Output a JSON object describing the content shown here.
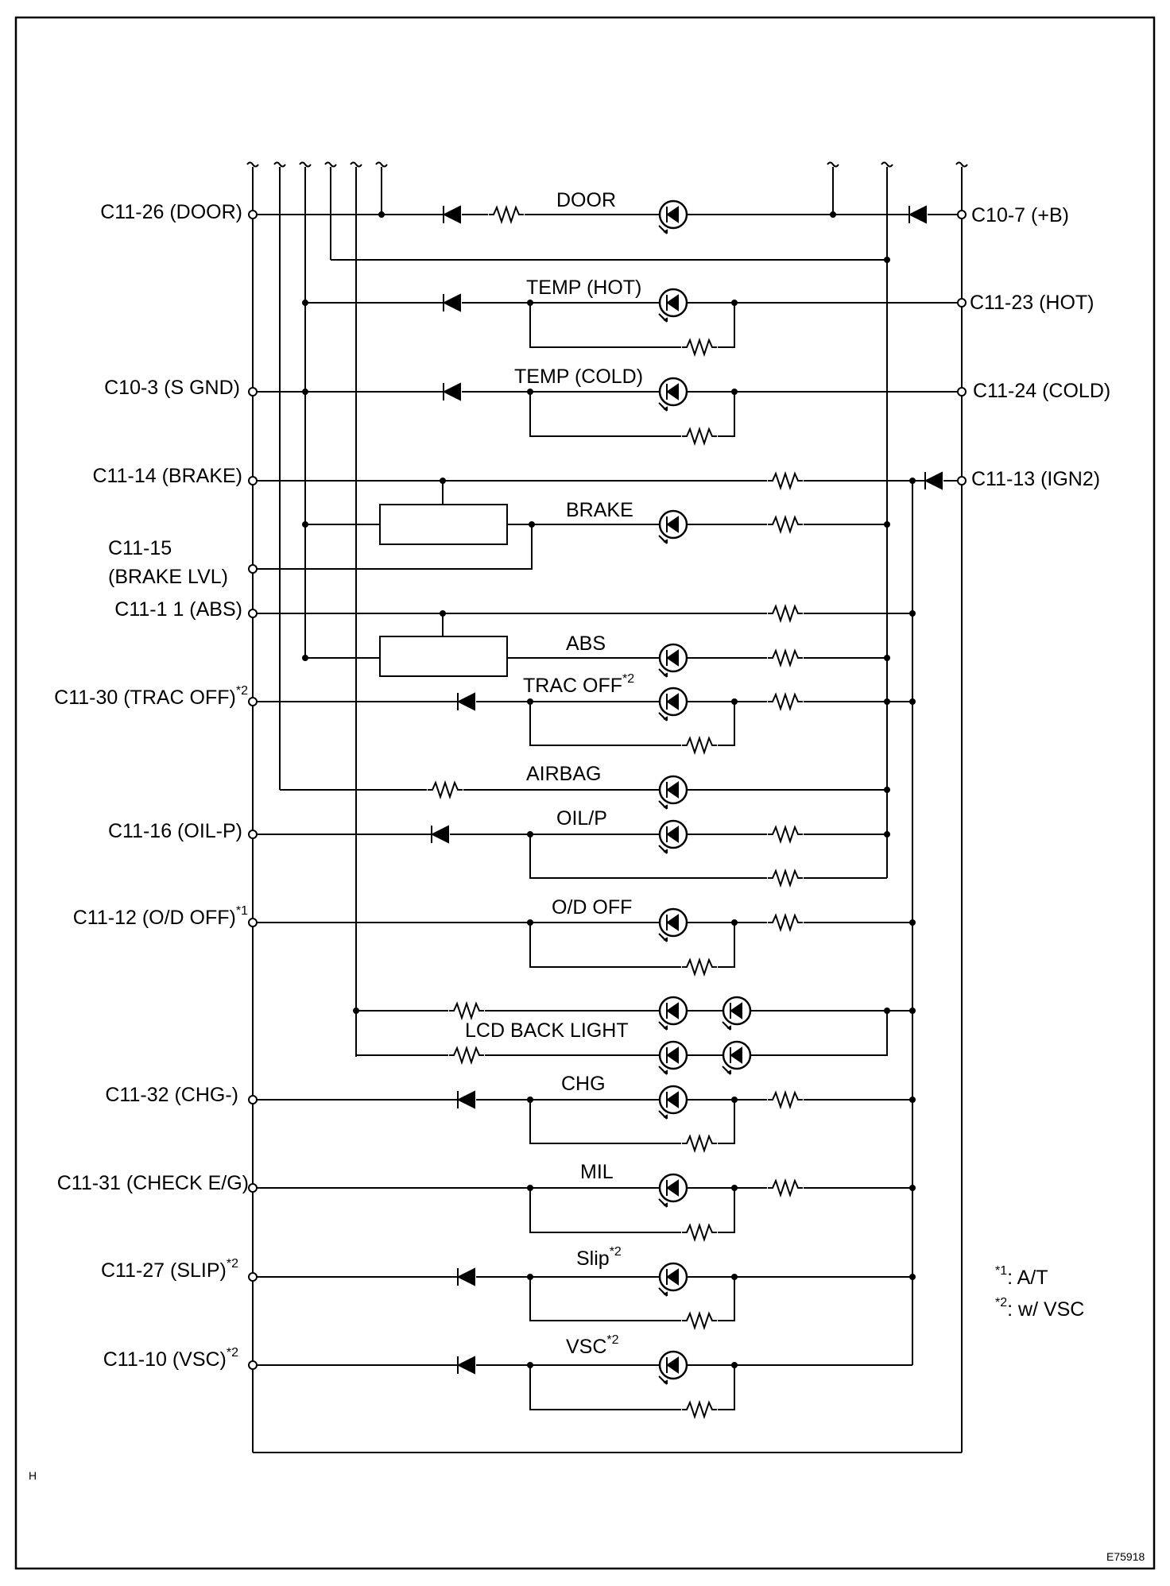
{
  "left_pins": {
    "door": "C11-26  (DOOR)",
    "s_gnd": "C10-3  (S  GND)",
    "brake": "C11-14  (BRAKE)",
    "brake_lvl_1": "C11-15",
    "brake_lvl_2": "(BRAKE LVL)",
    "abs": "C11-1 1  (ABS)",
    "trac_off": "C11-30  (TRAC  OFF)",
    "oil_p": "C11-16   (OIL-P)",
    "od_off": "C11-12  (O/D  OFF)",
    "chg": "C11-32   (CHG-)",
    "check_eg": "C11-31  (CHECK  E/G)",
    "slip": "C11-27   (SLIP)",
    "vsc": "C11-10   (VSC)"
  },
  "right_pins": {
    "b": "C10-7  (+B)",
    "hot": "C11-23  (HOT)",
    "cold": "C11-24  (COLD)",
    "ign2": "C11-13  (IGN2)"
  },
  "indicators": {
    "door": "DOOR",
    "temp_hot": "TEMP  (HOT)",
    "temp_cold": "TEMP  (COLD)",
    "brake": "BRAKE",
    "abs": "ABS",
    "trac_off": "TRAC  OFF",
    "airbag": "AIRBAG",
    "oil_p": "OIL/P",
    "od_off": "O/D  OFF",
    "lcd_back_light": "LCD  BACK  LIGHT",
    "chg": "CHG",
    "mil": "MIL",
    "slip": "Slip",
    "vsc": "VSC"
  },
  "superscripts": {
    "note1": "*1",
    "note2": "*2"
  },
  "legend": {
    "note1_mark": "*1",
    "note1_text": ": A/T",
    "note2_mark": "*2",
    "note2_text": ": w/ VSC"
  },
  "corner_mark": "H",
  "figure_code": "E75918"
}
